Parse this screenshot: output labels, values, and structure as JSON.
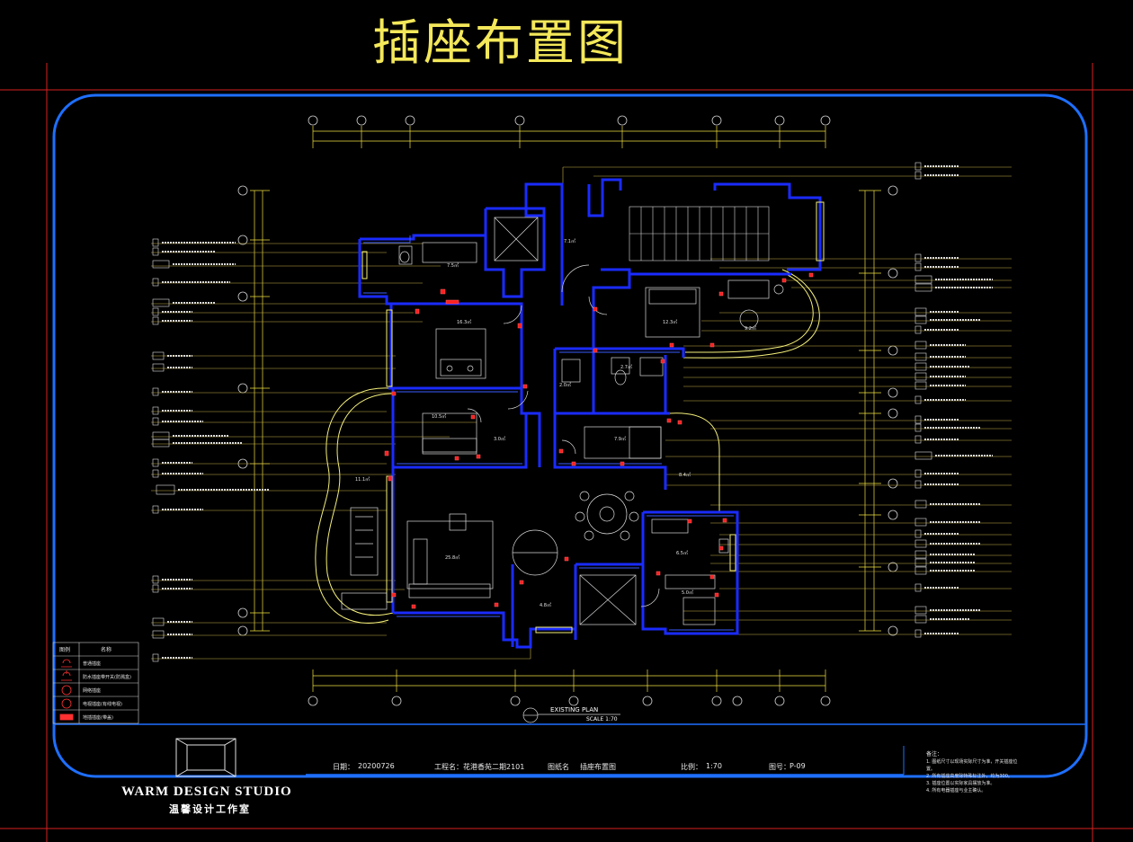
{
  "drawing": {
    "title": "插座布置图",
    "plan_caption": "EXISTING PLAN",
    "scale_caption": "SCALE 1:70"
  },
  "studio": {
    "name": "WARM DESIGN STUDIO",
    "name_cn": "温馨设计工作室"
  },
  "title_block": {
    "date_label": "日期：",
    "date": "20200726",
    "project_label": "工程名：",
    "project": "花港香苑二期2101",
    "sheet_name_label": "图纸名",
    "sheet_name": "插座布置图",
    "scale_label": "比例：",
    "scale": "1:70",
    "sheet_no_label": "图号：",
    "sheet_no": "P-09"
  },
  "legend": {
    "headers": [
      "图例",
      "名称"
    ],
    "rows": [
      {
        "symbol": "socket-icon",
        "label": "普通插座"
      },
      {
        "symbol": "waterproof-socket-icon",
        "label": "防水插座带开关(防溅盒)"
      },
      {
        "symbol": "data-socket-icon",
        "label": "网络插座"
      },
      {
        "symbol": "tv-socket-icon",
        "label": "电视插座(有线电视)"
      },
      {
        "symbol": "floor-socket-icon",
        "label": "地插插座(带盖)"
      }
    ]
  },
  "notes": {
    "title": "备注：",
    "items": [
      "1. 图纸尺寸以现场实际尺寸为准，开关插座位置。",
      "2. 所有插座高度除特殊标注外，均为300。",
      "3. 插座位置以实际家具摆放为准。",
      "4. 所有电器插座与业主确认。"
    ]
  },
  "colors": {
    "wall": "#1a2bff",
    "frame": "#1e6fff",
    "leader": "#c8b24a",
    "dim": "#f0e040",
    "furniture": "#d9d9d9",
    "socket": "#ff2020",
    "axis_bubble": "#d0d0d0",
    "window": "#f5f07a"
  }
}
